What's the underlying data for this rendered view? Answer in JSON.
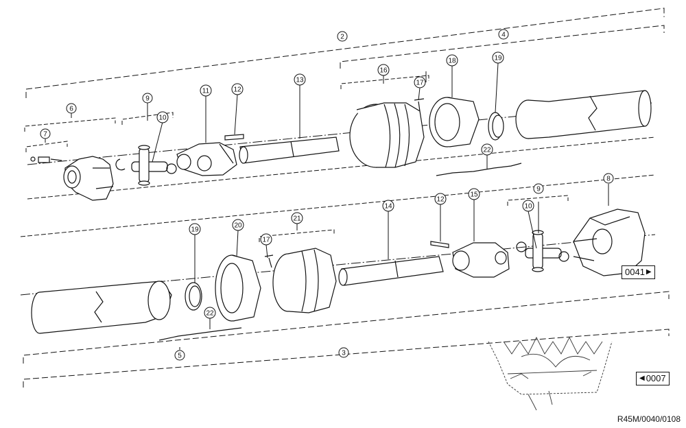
{
  "callouts": {
    "c2": "2",
    "c4": "4",
    "c16": "16",
    "c18": "18",
    "c19a": "19",
    "c17a": "17",
    "c13": "13",
    "c12a": "12",
    "c11": "11",
    "c9a": "9",
    "c6": "6",
    "c10a": "10",
    "c7": "7",
    "c22a": "22",
    "c8": "8",
    "c9b": "9",
    "c10b": "10",
    "c15": "15",
    "c12b": "12",
    "c14": "14",
    "c21": "21",
    "c17b": "17",
    "c20": "20",
    "c19b": "19",
    "c22b": "22",
    "c5": "5",
    "c3": "3"
  },
  "navigation": {
    "next_label": "0041",
    "prev_label": "0007"
  },
  "drawing_ref": "R45M/0040/0108"
}
